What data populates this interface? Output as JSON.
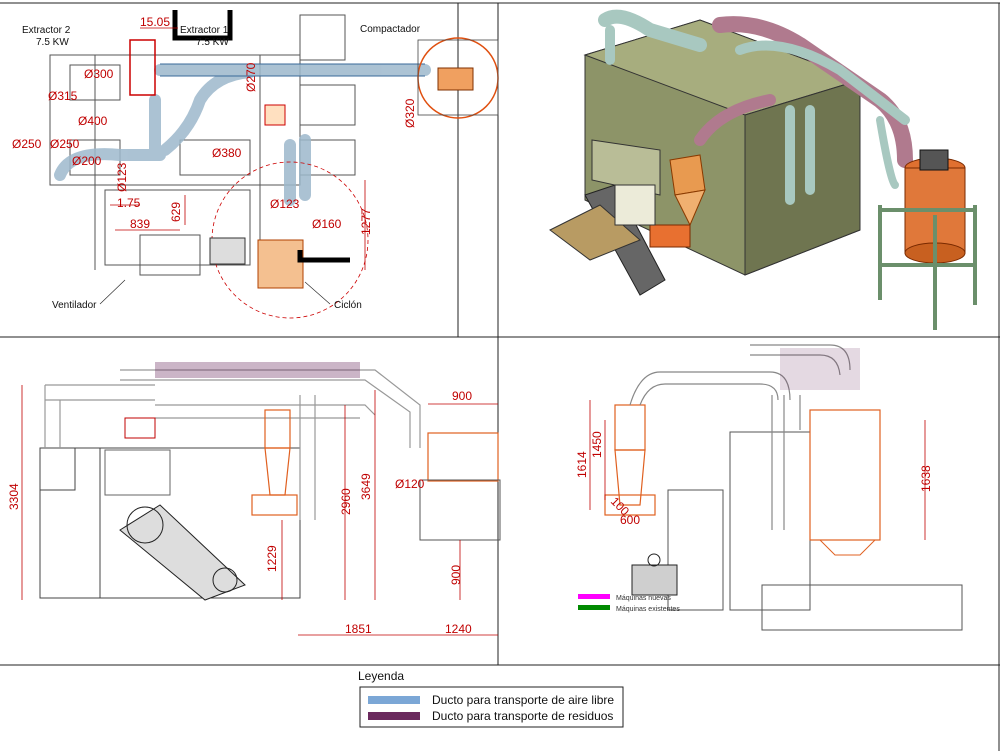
{
  "top_left": {
    "extractor2": "Extractor 2",
    "extractor2_power": "7.5 KW",
    "extractor1": "Extractor 1",
    "extractor1_power": "7.5 KW",
    "compactador": "Compactador",
    "ventilador": "Ventilador",
    "ciclon": "Ciclón",
    "dims": [
      "15.05",
      "Ø300",
      "Ø315",
      "Ø400",
      "Ø250",
      "Ø250",
      "Ø200",
      "Ø380",
      "Ø270",
      "Ø320",
      "Ø123",
      "1.75",
      "839",
      "629",
      "Ø123",
      "Ø160",
      "1277"
    ]
  },
  "bottom_left": {
    "dims": [
      "900",
      "3304",
      "2960",
      "3649",
      "Ø120",
      "1229",
      "900",
      "1851",
      "1240"
    ]
  },
  "bottom_right": {
    "dims": [
      "1614",
      "1450",
      "1638",
      "100",
      "600"
    ],
    "legend_new": "Máquinas nuevas",
    "legend_existing": "Máquinas existentes"
  },
  "legend": {
    "title": "Leyenda",
    "items": [
      {
        "label": "Ducto para transporte de aire libre",
        "color": "#7ba7d6"
      },
      {
        "label": "Ducto para transporte de residuos",
        "color": "#6b2a5e"
      }
    ]
  },
  "colors": {
    "dimension": "#c00000",
    "new_machines": "#ff00ff",
    "existing_machines": "#008a00",
    "duct_air": "#a8c8c8",
    "duct_waste": "#b07a8e",
    "machine_body": "#8c9266",
    "orange_part": "#e07030"
  }
}
